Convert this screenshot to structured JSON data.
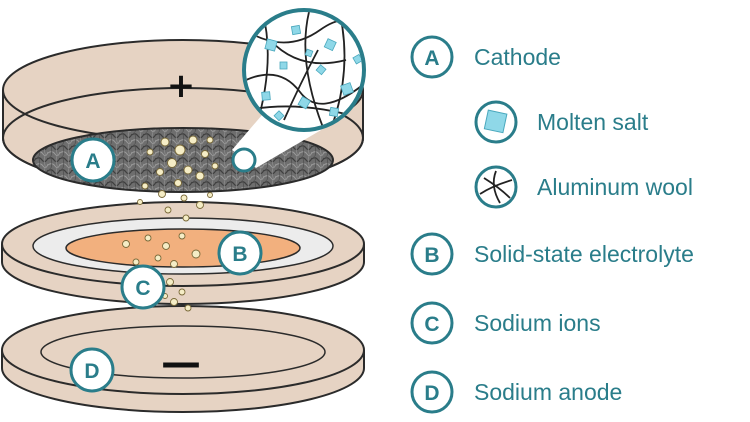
{
  "symbols": {
    "plus": "+",
    "minus": "—"
  },
  "markers": {
    "a": "A",
    "b": "B",
    "c": "C",
    "d": "D"
  },
  "legend": {
    "a": {
      "letter": "A",
      "label": "Cathode"
    },
    "molten_salt": {
      "label": "Molten salt"
    },
    "aluminum_wool": {
      "label": "Aluminum wool"
    },
    "b": {
      "letter": "B",
      "label": "Solid-state electrolyte"
    },
    "c": {
      "letter": "C",
      "label": "Sodium ions"
    },
    "d": {
      "letter": "D",
      "label": "Sodium anode"
    }
  },
  "colors": {
    "teal": "#2a7d8a",
    "casing": "#e6d3c3",
    "casing_stroke": "#2b2b2b",
    "cathode_gray": "#6e6e6e",
    "electrolyte_orange": "#f2b07e",
    "molten_salt": "#8fd8e8",
    "sodium_ion": "#f5edc6"
  }
}
